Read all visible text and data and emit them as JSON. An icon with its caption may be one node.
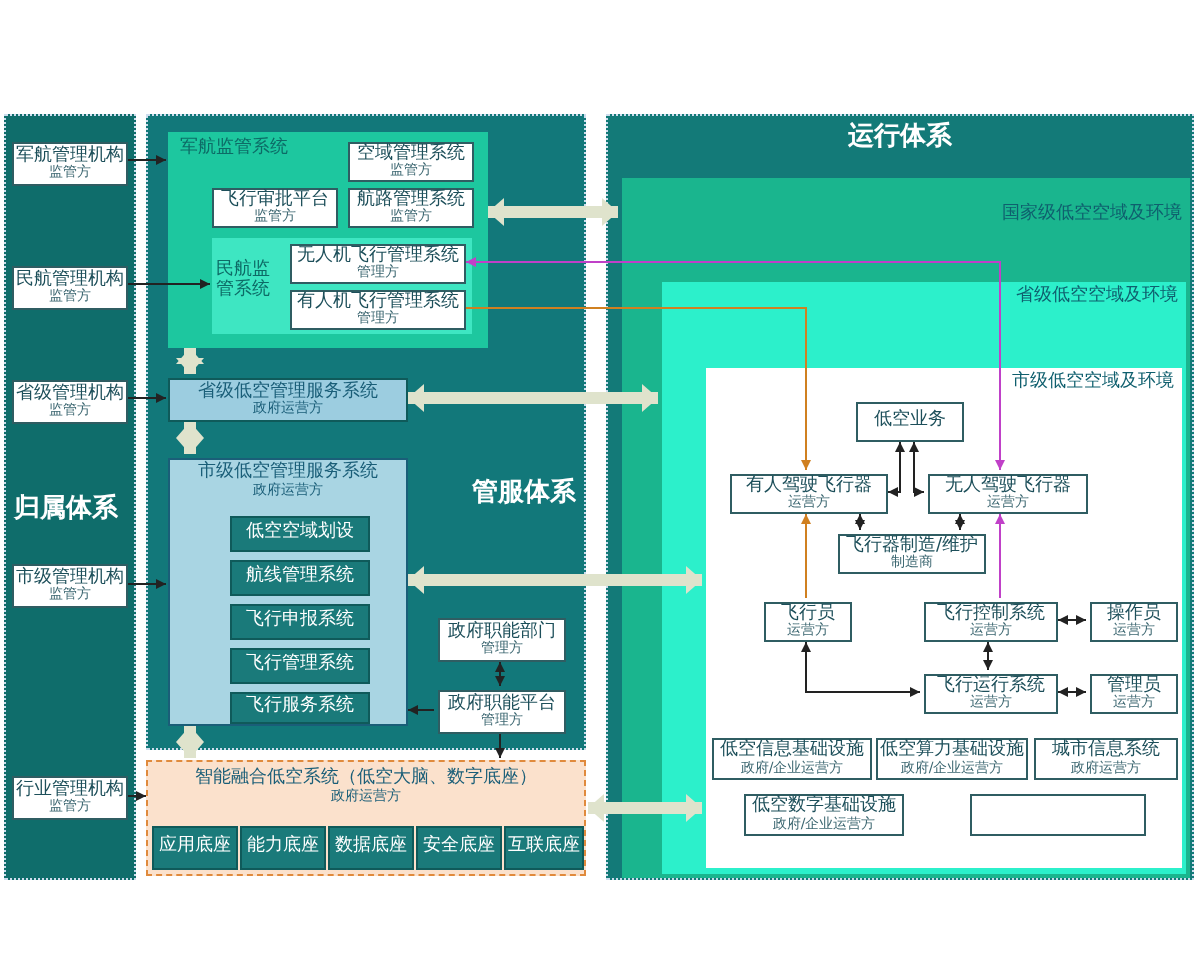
{
  "diagram": {
    "nodes": [
      {
        "text": [
          "归属体系"
        ]
      },
      {
        "text": [
          "军航管理机构",
          "监管方"
        ],
        "in": 0
      },
      {
        "text": [
          "民航管理机构",
          "监管方"
        ],
        "in": 0
      },
      {
        "text": [
          "省级管理机构",
          "监管方"
        ],
        "in": 0
      },
      {
        "text": [
          "市级管理机构",
          "监管方"
        ],
        "in": 0
      },
      {
        "text": [
          "行业管理机构",
          "监管方"
        ],
        "in": 0
      },
      {
        "text": [
          "管服体系"
        ]
      },
      {
        "text": [
          "军航监管系统"
        ],
        "in": 6
      },
      {
        "text": [
          "空域管理系统",
          "监管方"
        ],
        "in": 7
      },
      {
        "text": [
          "飞行审批平台",
          "监管方"
        ],
        "in": 7
      },
      {
        "text": [
          "航路管理系统",
          "监管方"
        ],
        "in": 7
      },
      {
        "text": [
          "民航监管系统"
        ],
        "in": 7
      },
      {
        "text": [
          "无人机飞行管理系统",
          "管理方"
        ],
        "in": 11
      },
      {
        "text": [
          "有人机飞行管理系统",
          "管理方"
        ],
        "in": 11
      },
      {
        "text": [
          "省级低空管理服务系统",
          "政府运营方"
        ],
        "in": 6
      },
      {
        "text": [
          "市级低空管理服务系统",
          "政府运营方"
        ],
        "in": 6
      },
      {
        "text": [
          "低空空域划设"
        ],
        "in": 15
      },
      {
        "text": [
          "航线管理系统"
        ],
        "in": 15
      },
      {
        "text": [
          "飞行申报系统"
        ],
        "in": 15
      },
      {
        "text": [
          "飞行管理系统"
        ],
        "in": 15
      },
      {
        "text": [
          "飞行服务系统"
        ],
        "in": 15
      },
      {
        "text": [
          "政府职能部门",
          "管理方"
        ],
        "in": 6
      },
      {
        "text": [
          "政府职能平台",
          "管理方"
        ],
        "in": 6
      },
      {
        "text": [
          "智能融合低空系统（低空大脑、数字底座）",
          "政府运营方"
        ]
      },
      {
        "text": [
          "应用底座"
        ],
        "in": 23
      },
      {
        "text": [
          "能力底座"
        ],
        "in": 23
      },
      {
        "text": [
          "数据底座"
        ],
        "in": 23
      },
      {
        "text": [
          "安全底座"
        ],
        "in": 23
      },
      {
        "text": [
          "互联底座"
        ],
        "in": 23
      },
      {
        "text": [
          "运行体系"
        ]
      },
      {
        "text": [
          "国家级低空空域及环境"
        ],
        "in": 29
      },
      {
        "text": [
          "省级低空空域及环境"
        ],
        "in": 30
      },
      {
        "text": [
          "市级低空空域及环境"
        ],
        "in": 31
      },
      {
        "text": [
          "低空业务"
        ],
        "in": 32
      },
      {
        "text": [
          "有人驾驶飞行器",
          "运营方"
        ],
        "in": 32
      },
      {
        "text": [
          "无人驾驶飞行器",
          "运营方"
        ],
        "in": 32
      },
      {
        "text": [
          "飞行器制造/维护",
          "制造商"
        ],
        "in": 32
      },
      {
        "text": [
          "飞行员",
          "运营方"
        ],
        "in": 32
      },
      {
        "text": [
          "飞行控制系统",
          "运营方"
        ],
        "in": 32
      },
      {
        "text": [
          "操作员",
          "运营方"
        ],
        "in": 32
      },
      {
        "text": [
          "飞行运行系统",
          "运营方"
        ],
        "in": 32
      },
      {
        "text": [
          "管理员",
          "运营方"
        ],
        "in": 32
      },
      {
        "text": [
          "低空信息基础设施",
          "政府/企业运营方"
        ],
        "in": 32
      },
      {
        "text": [
          "低空算力基础设施",
          "政府/企业运营方"
        ],
        "in": 32
      },
      {
        "text": [
          "城市信息系统",
          "政府运营方"
        ],
        "in": 32
      },
      {
        "text": [
          "低空数字基础设施",
          "政府/企业运营方"
        ],
        "in": 32
      },
      {
        "text": [],
        "shape": "box",
        "in": 32
      }
    ],
    "edges": [
      {
        "from": 1,
        "to": 7,
        "arrow": "to"
      },
      {
        "from": 2,
        "to": 11,
        "arrow": "to"
      },
      {
        "from": 3,
        "to": 14,
        "arrow": "to"
      },
      {
        "from": 4,
        "to": 15,
        "arrow": "to"
      },
      {
        "from": 5,
        "to": 23,
        "arrow": "to"
      },
      {
        "from": 7,
        "to": 14,
        "arrow": "both",
        "style": "thick",
        "color": "#dfe3cc"
      },
      {
        "from": 14,
        "to": 15,
        "arrow": "both",
        "style": "thick",
        "color": "#dfe3cc"
      },
      {
        "from": 15,
        "to": 23,
        "arrow": "both",
        "style": "thick",
        "color": "#dfe3cc"
      },
      {
        "from": 7,
        "to": 30,
        "arrow": "both",
        "style": "thick",
        "color": "#dfe3cc"
      },
      {
        "from": 14,
        "to": 31,
        "arrow": "both",
        "style": "thick",
        "color": "#dfe3cc"
      },
      {
        "from": 15,
        "to": 32,
        "arrow": "both",
        "style": "thick",
        "color": "#dfe3cc"
      },
      {
        "from": 23,
        "to": 32,
        "arrow": "both",
        "style": "thick",
        "color": "#dfe3cc"
      },
      {
        "from": 12,
        "to": 35,
        "arrow": "both",
        "color": "#c040c8"
      },
      {
        "from": 13,
        "to": 34,
        "arrow": "to",
        "color": "#d08020"
      },
      {
        "from": 21,
        "to": 22,
        "arrow": "both"
      },
      {
        "from": 22,
        "to": 15,
        "arrow": "to"
      },
      {
        "from": 22,
        "to": 23,
        "arrow": "to"
      },
      {
        "from": 34,
        "to": 33,
        "arrow": "both"
      },
      {
        "from": 35,
        "to": 33,
        "arrow": "both"
      },
      {
        "from": 34,
        "to": 36,
        "arrow": "both"
      },
      {
        "from": 35,
        "to": 36,
        "arrow": "both"
      },
      {
        "from": 37,
        "to": 34,
        "arrow": "to",
        "color": "#d08020"
      },
      {
        "from": 38,
        "to": 35,
        "arrow": "to",
        "color": "#c040c8"
      },
      {
        "from": 38,
        "to": 39,
        "arrow": "both"
      },
      {
        "from": 38,
        "to": 40,
        "arrow": "both"
      },
      {
        "from": 40,
        "to": 41,
        "arrow": "both"
      },
      {
        "from": 40,
        "to": 37,
        "arrow": "both"
      }
    ]
  }
}
